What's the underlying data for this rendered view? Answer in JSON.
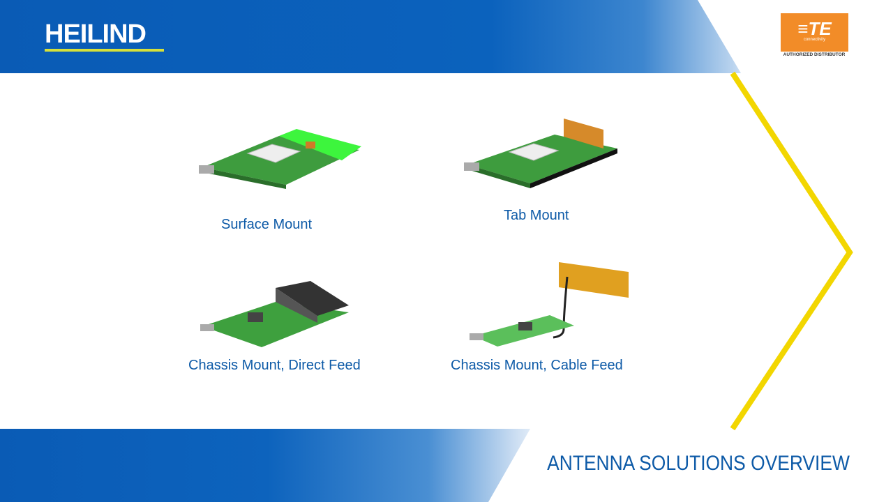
{
  "header": {
    "logo": "HEILIND",
    "partner_logo": "TE connectivity",
    "partner_badge": "AUTHORIZED DISTRIBUTOR"
  },
  "products": [
    {
      "label": "Surface Mount"
    },
    {
      "label": "Tab Mount"
    },
    {
      "label": "Chassis Mount, Direct Feed"
    },
    {
      "label": "Chassis Mount, Cable Feed"
    }
  ],
  "footer": {
    "title": "ANTENNA SOLUTIONS OVERVIEW"
  },
  "colors": {
    "brand_blue": "#0a5bb5",
    "accent_yellow": "#f2d600",
    "te_orange": "#f28c28",
    "text_blue": "#0d5aa7"
  }
}
